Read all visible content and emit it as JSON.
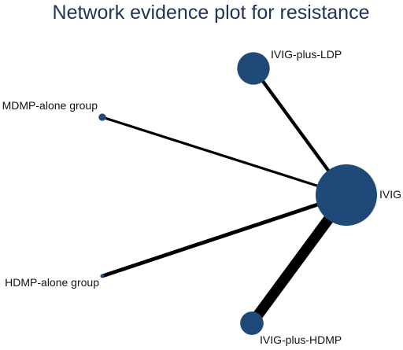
{
  "title": "Network evidence plot for resistance",
  "colors": {
    "node": "#1f4a78",
    "edge": "#000000",
    "title": "#22335a",
    "label": "#111111"
  },
  "network": {
    "nodes": [
      {
        "id": "ivig",
        "label": "IVIG",
        "relative_size": 1.0
      },
      {
        "id": "ivig_ldp",
        "label": "IVIG-plus-LDP",
        "relative_size": 0.53
      },
      {
        "id": "mdmp",
        "label": "MDMP-alone group",
        "relative_size": 0.12
      },
      {
        "id": "hdmp",
        "label": "HDMP-alone group",
        "relative_size": 0.05
      },
      {
        "id": "ivig_hdmp",
        "label": "IVIG-plus-HDMP",
        "relative_size": 0.38
      }
    ],
    "edges": [
      {
        "from": "ivig_ldp",
        "to": "ivig",
        "relative_weight": 1.6
      },
      {
        "from": "mdmp",
        "to": "ivig",
        "relative_weight": 1.2
      },
      {
        "from": "hdmp",
        "to": "ivig",
        "relative_weight": 1.8
      },
      {
        "from": "ivig_hdmp",
        "to": "ivig",
        "relative_weight": 5.0
      }
    ]
  }
}
